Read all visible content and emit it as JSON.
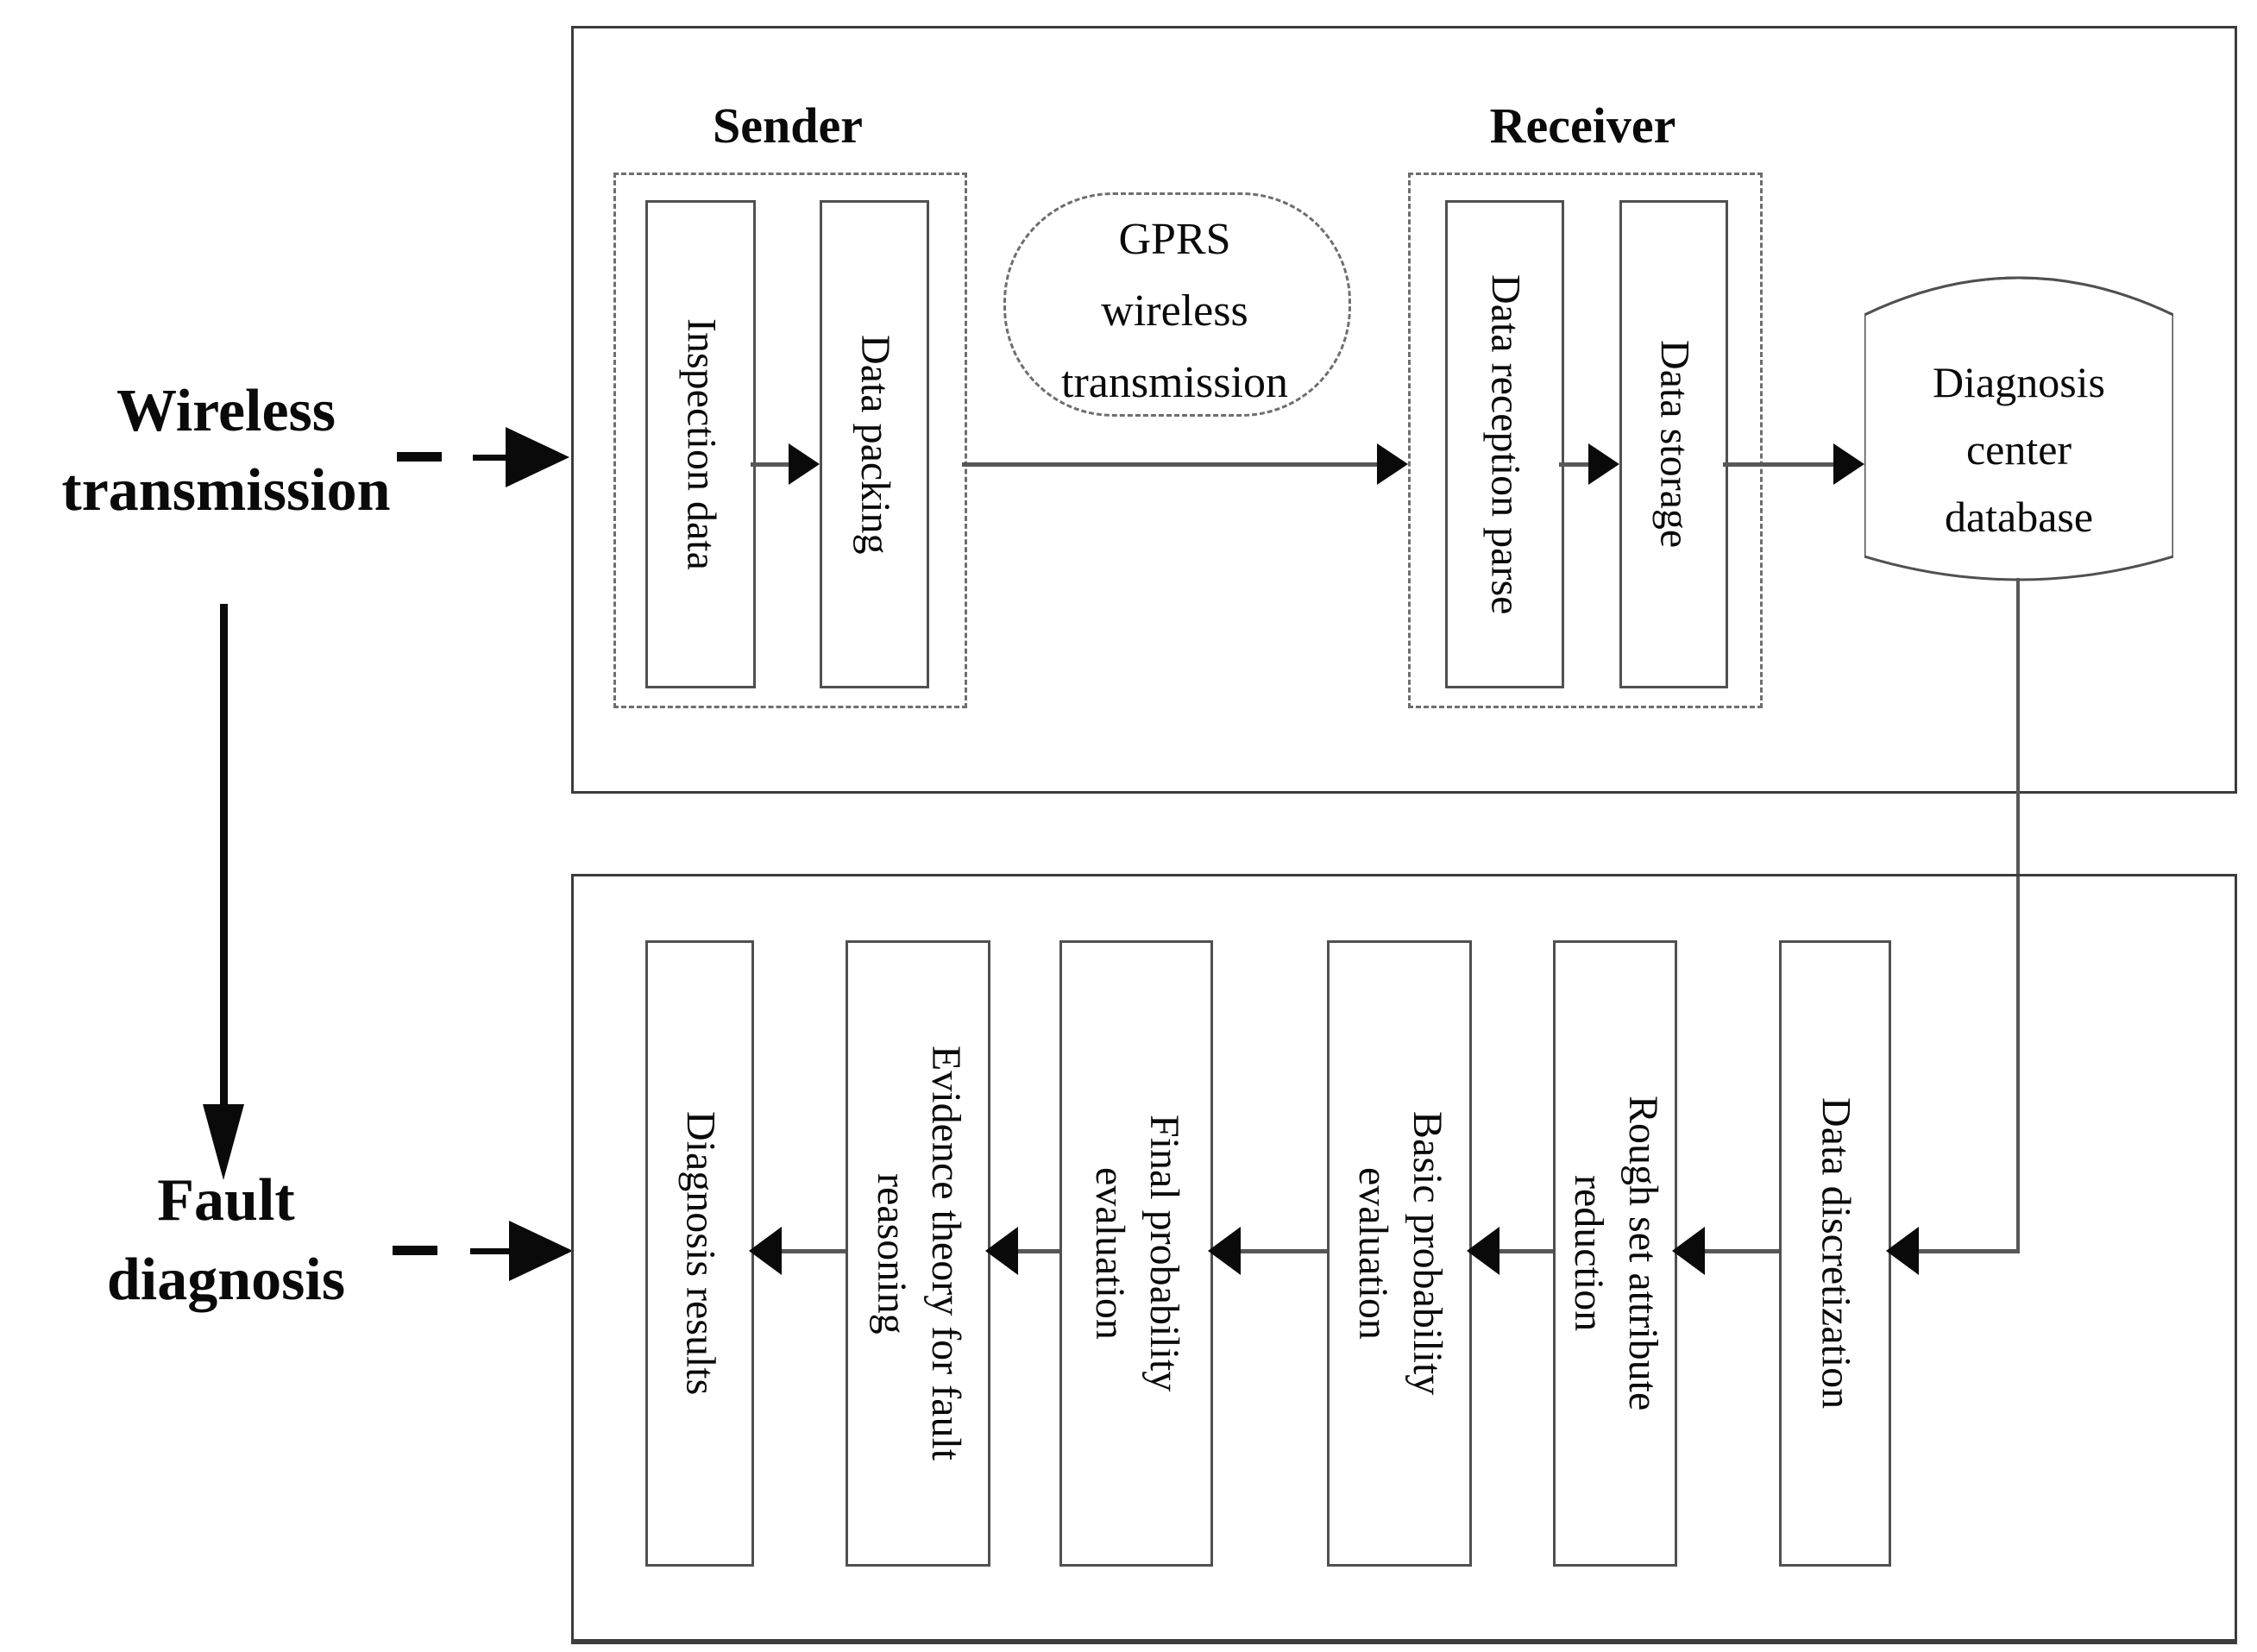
{
  "colors": {
    "background": "#ffffff",
    "outer_border": "#3c3c3c",
    "box_border": "#505050",
    "dashed_border": "#6e6e6e",
    "line": "#575757",
    "arrow": "#0a0a0a",
    "text": "#0a0a0a"
  },
  "left_labels": {
    "wireless": {
      "line1": "Wireless",
      "line2": "transmission"
    },
    "fault": {
      "line1": "Fault",
      "line2": "diagnosis"
    }
  },
  "sender": {
    "title": "Sender",
    "box1": "Inspection data",
    "box2": "Data packing"
  },
  "gprs": {
    "line1": "GPRS",
    "line2": "wireless",
    "line3": "transmission"
  },
  "receiver": {
    "title": "Receiver",
    "box1": "Data reception parse",
    "box2": "Data storage"
  },
  "database": {
    "line1": "Diagnosis",
    "line2": "center",
    "line3": "database"
  },
  "pipeline": {
    "step1": {
      "line1": "Data discretization",
      "line2": ""
    },
    "step2": {
      "line1": "Rough set attribute",
      "line2": "reduction"
    },
    "step3": {
      "line1": "Basic probability",
      "line2": "evaluation"
    },
    "step4": {
      "line1": "Final probability",
      "line2": "evaluation"
    },
    "step5": {
      "line1": "Evidence theory for fault",
      "line2": "reasoning"
    },
    "step6": {
      "line1": "Diagnosis results",
      "line2": ""
    }
  }
}
